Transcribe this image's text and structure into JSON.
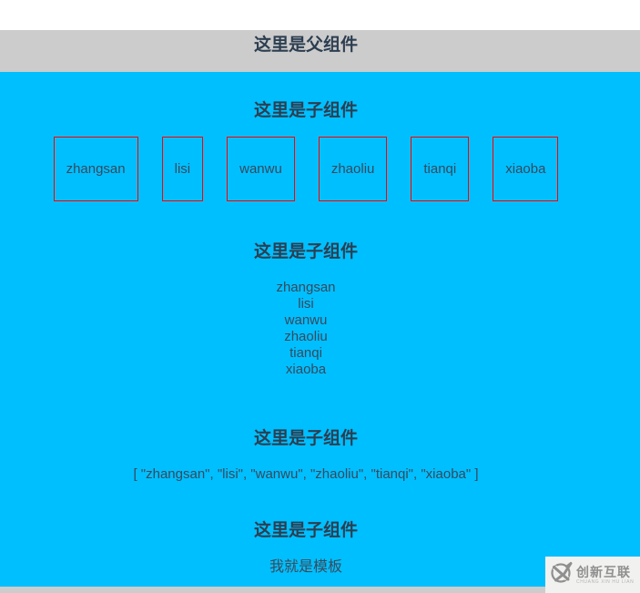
{
  "parent": {
    "title": "这里是父组件"
  },
  "sections": [
    {
      "title": "这里是子组件",
      "type": "boxes",
      "items": [
        "zhangsan",
        "lisi",
        "wanwu",
        "zhaoliu",
        "tianqi",
        "xiaoba"
      ]
    },
    {
      "title": "这里是子组件",
      "type": "list",
      "items": [
        "zhangsan",
        "lisi",
        "wanwu",
        "zhaoliu",
        "tianqi",
        "xiaoba"
      ]
    },
    {
      "title": "这里是子组件",
      "type": "array",
      "text": "[ \"zhangsan\", \"lisi\", \"wanwu\", \"zhaoliu\", \"tianqi\", \"xiaoba\" ]"
    },
    {
      "title": "这里是子组件",
      "type": "template",
      "text": "我就是模板"
    }
  ],
  "watermark": {
    "brand": "创新互联",
    "brand_sub": "CHUANG XIN HU LIAN"
  },
  "colors": {
    "child_background": "#00bfff",
    "parent_background": "#cccccc",
    "box_border": "#ff0000",
    "heading_text": "#2c3e50",
    "watermark_background": "#f1f1ef",
    "watermark_text": "#8f8f8f"
  }
}
